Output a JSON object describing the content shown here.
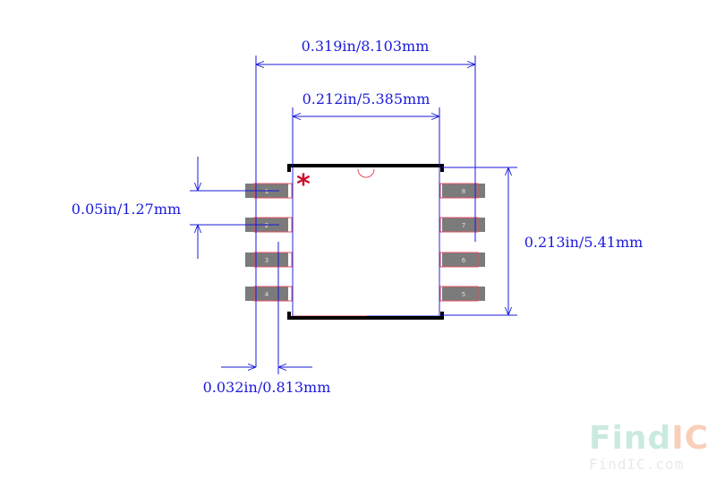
{
  "dimensions": {
    "overall_width": "0.319in/8.103mm",
    "body_width": "0.212in/5.385mm",
    "pitch": "0.05in/1.27mm",
    "body_height": "0.213in/5.41mm",
    "pad_width": "0.032in/0.813mm"
  },
  "pins": {
    "left": [
      "1",
      "2",
      "3",
      "4"
    ],
    "right": [
      "8",
      "7",
      "6",
      "5"
    ]
  },
  "pin1_marker": "*",
  "watermark": {
    "logo_part1": "Find",
    "logo_part2": "IC",
    "url": "FindIC.com"
  },
  "colors": {
    "dimension": "#1a1adb",
    "pad": "#7b7b7b",
    "outline": "#e05060",
    "body": "#000000",
    "marker": "#c8102e"
  }
}
